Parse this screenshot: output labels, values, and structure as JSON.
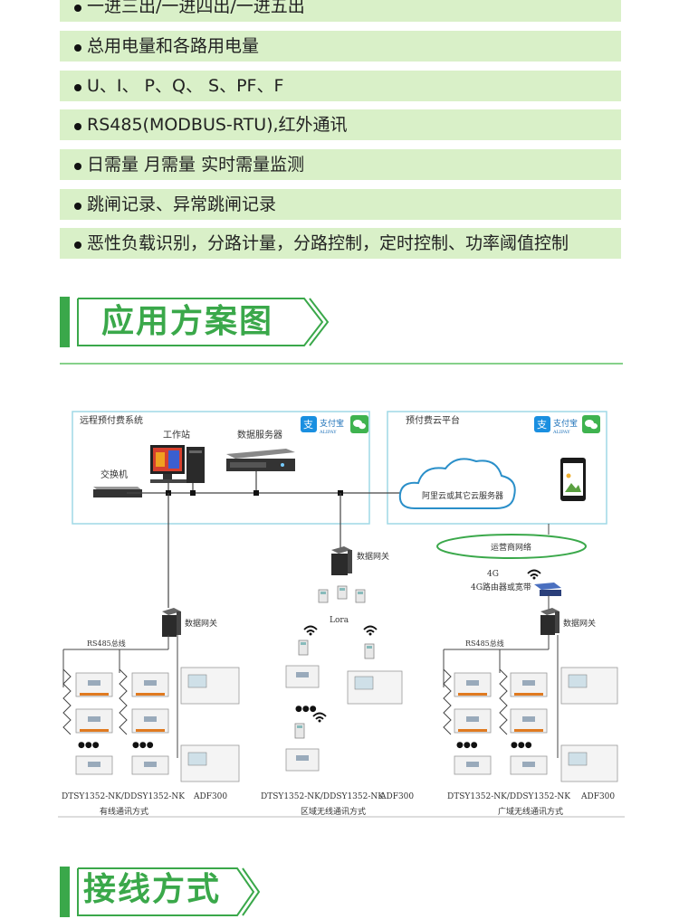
{
  "features": [
    "一进三出/一进四出/一进五出",
    "总用电量和各路用电量",
    "U、I、 P、Q、 S、PF、F",
    "RS485(MODBUS-RTU),红外通讯",
    "日需量 月需量 实时需量监测",
    "跳闸记录、异常跳闸记录",
    "恶性负载识别，分路计量，分路控制，定时控制、功率阈值控制"
  ],
  "section_application": {
    "title": "应用方案图"
  },
  "section_wiring": {
    "title": "接线方式"
  },
  "diagram": {
    "left_box_title": "远程预付费系统",
    "right_box_title": "预付费云平台",
    "workstation": "工作站",
    "data_server": "数据服务器",
    "switch": "交换机",
    "cloud": "阿里云或其它云服务器",
    "alipay": "支付宝",
    "alipay_en": "ALIPAY",
    "carrier_network": "运营商网络",
    "label_4g": "4G",
    "router_4g": "4G路由器或宽带",
    "gateway": "数据网关",
    "lora": "Lora",
    "rs485_bus": "RS485总线",
    "ellipsis": "●●●",
    "meter_models": "DTSY1352-NK/DDSY1352-NK",
    "adf300": "ADF300",
    "mode_wired": "有线通讯方式",
    "mode_area_wireless": "区域无线通讯方式",
    "mode_wide_wireless": "广域无线通讯方式"
  },
  "colors": {
    "accent": "#3aa84a",
    "feature_bg": "#d9f0c8",
    "line": "#7fcfdd",
    "cloud_edge": "#2a8fc9"
  }
}
